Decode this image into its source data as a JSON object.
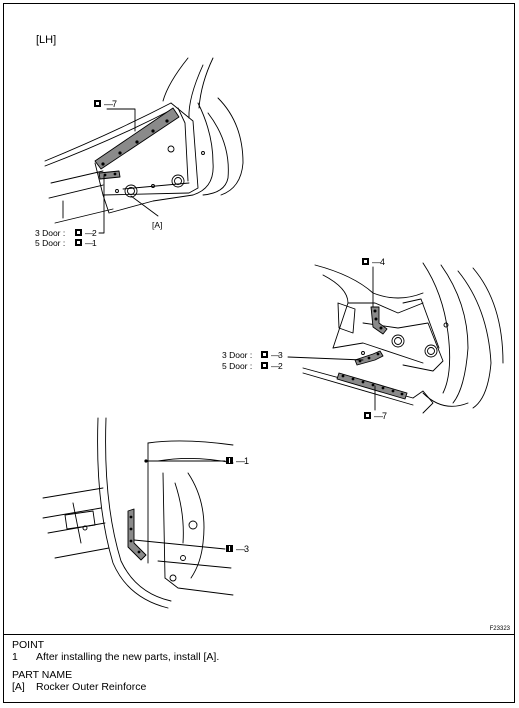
{
  "figure": {
    "side_label": "[LH]",
    "figure_code": "F23323",
    "top_view": {
      "callout_top": "7",
      "door3_label": "3 Door :",
      "door3_value": "2",
      "door5_label": "5 Door :",
      "door5_value": "1",
      "part_ref": "[A]"
    },
    "middle_view": {
      "callout_top": "4",
      "door3_label": "3 Door :",
      "door3_value": "3",
      "door5_label": "5 Door :",
      "door5_value": "2",
      "callout_bottom": "7"
    },
    "bottom_view": {
      "callout_top": "1",
      "callout_bottom": "3"
    }
  },
  "notes": {
    "point_heading": "POINT",
    "point_items": [
      {
        "num": "1",
        "text": "After installing the new parts, install [A]."
      }
    ],
    "part_heading": "PART NAME",
    "part_items": [
      {
        "num": "[A]",
        "text": "Rocker Outer Reinforce"
      }
    ]
  }
}
